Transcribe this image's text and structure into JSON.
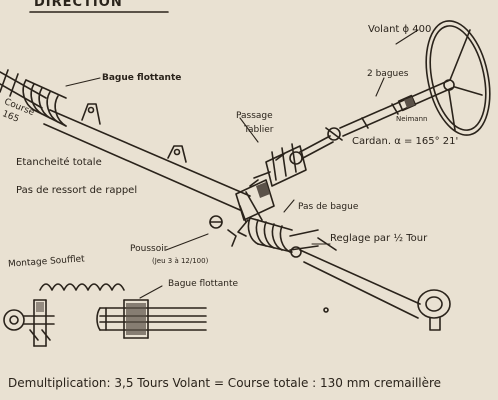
{
  "title": "DIRECTION",
  "labels": {
    "volant": "Volant ϕ 400",
    "deux_bagues": "2 bagues",
    "neimann": "Neimann",
    "cardan": "Cardan. α = 165° 21'",
    "passage": "Passage",
    "tablier": "Tablier",
    "bague_flottante_top": "Bague flottante",
    "course_line1": "Course",
    "course_line2": "165",
    "etancheite": "Etancheité totale",
    "pas_ressort": "Pas de ressort de rappel",
    "pas_bague": "Pas de bague",
    "poussoir": "Poussoir",
    "poussoir_jeu": "(Jeu 3 à 12/100)",
    "reglage": "Reglage par ½ Tour",
    "montage_soufflet": "Montage Soufflet",
    "bague_flottante_detail": "Bague flottante"
  },
  "caption": "Demultiplication: 3,5 Tours Volant = Course totale : 130 mm cremaillère",
  "colors": {
    "paper": "#e9e1d2",
    "ink": "#2a231b",
    "shade": "#5b5249"
  }
}
